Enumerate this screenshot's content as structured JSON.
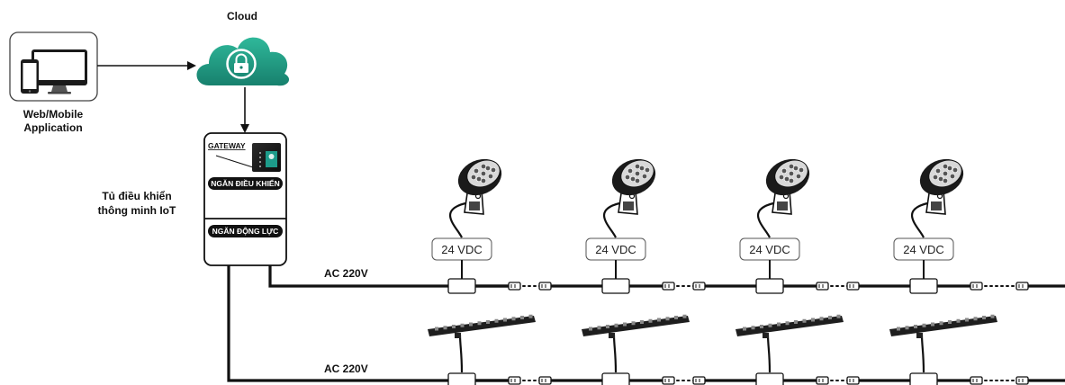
{
  "labels": {
    "cloud": "Cloud",
    "app_line1": "Web/Mobile",
    "app_line2": "Application",
    "cabinet_line1": "Tủ điều khiển",
    "cabinet_line2": "thông minh IoT",
    "gateway": "GATEWAY",
    "control_compartment": "NGĂN ĐIỀU KHIỂN",
    "power_compartment": "NGĂN ĐỘNG LỰC",
    "ac_top": "AC 220V",
    "ac_bottom": "AC 220V"
  },
  "drivers": [
    "24 VDC",
    "24 VDC",
    "24 VDC",
    "24 VDC"
  ],
  "colors": {
    "cloud_top": "#2fb89a",
    "cloud_bottom": "#17806d",
    "wire": "#111111",
    "pill": "#111111",
    "gateway_screen": "#1d9b8a"
  },
  "icons": [
    "computer-icon",
    "cloud-lock-icon",
    "gateway-device-icon",
    "spotlight-icon",
    "light-bar-icon",
    "connector-icon"
  ]
}
